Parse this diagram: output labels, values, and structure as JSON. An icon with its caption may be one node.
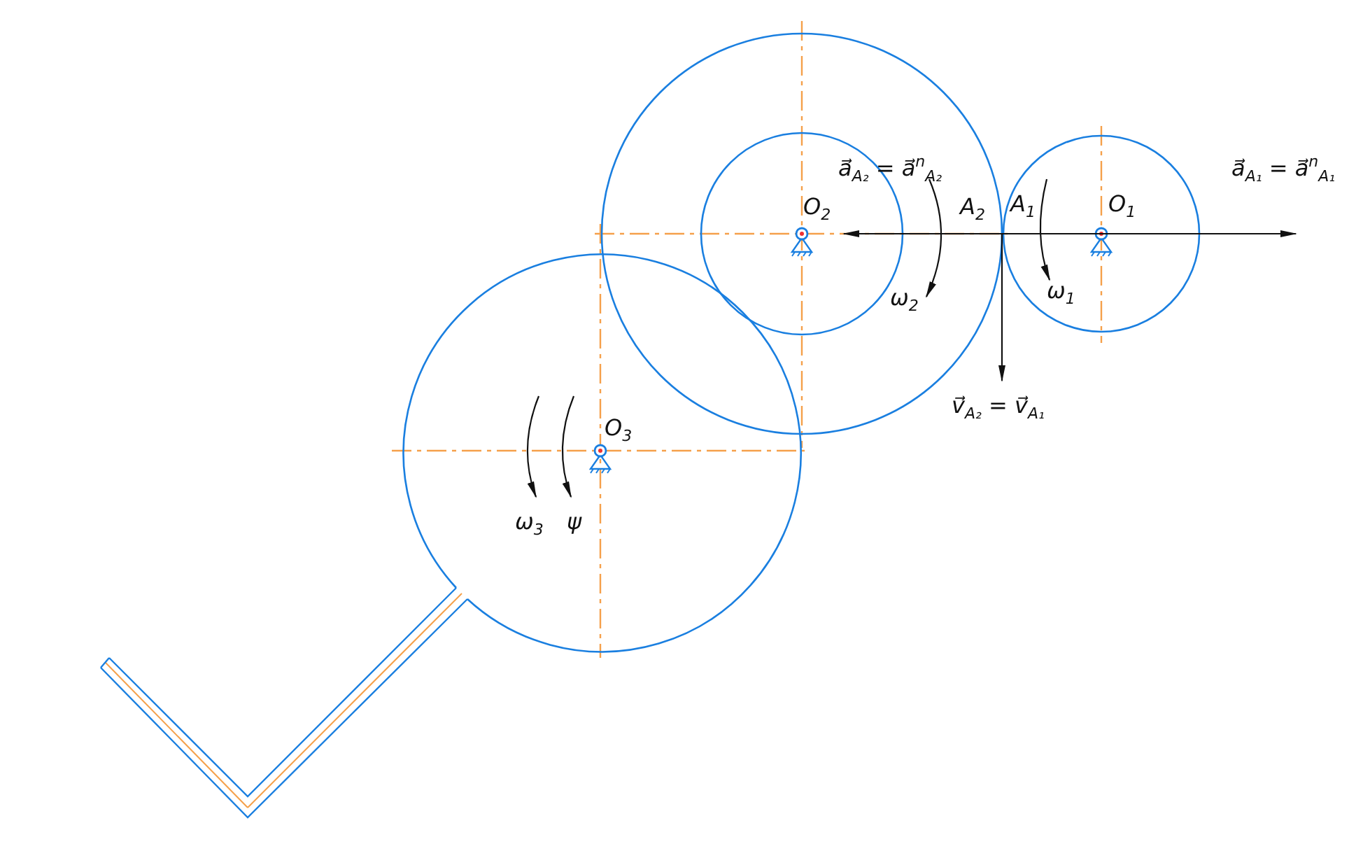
{
  "diagram": {
    "labels": [
      "a⃗$_{A₂}$ = a⃗$^{n}$$_{A₂}$",
      "O$_{2}$",
      "A$_{2}$",
      "A$_{1}$",
      "O$_{1}$",
      "a⃗$_{A₁}$ = a⃗$^{n}$$_{A₁}$",
      "ω$_{2}$",
      "ω$_{1}$",
      "v⃗$_{A₂}$ = v⃗$_{A₁}$",
      "O$_{3}$",
      "ω$_{3}$",
      "ψ"
    ]
  }
}
